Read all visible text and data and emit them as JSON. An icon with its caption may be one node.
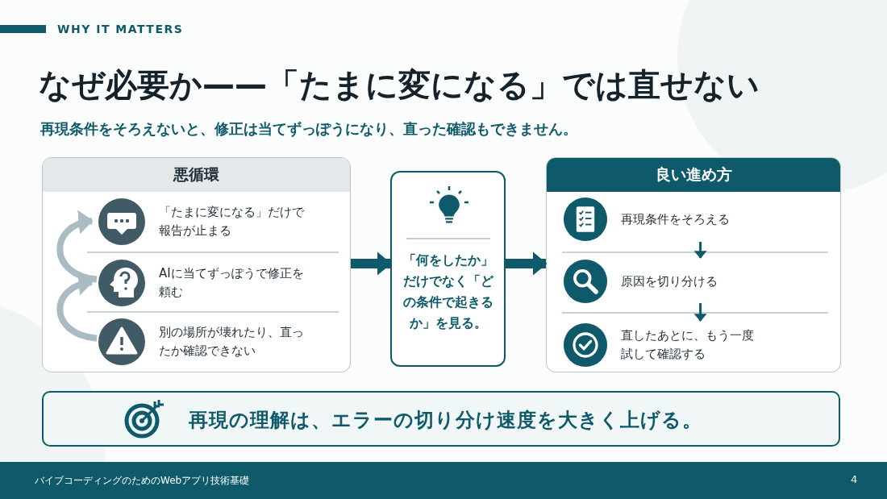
{
  "diagram": {
    "title": "なぜ必要か——「たまに変になる」では直せない",
    "nodes": [
      {
        "text": [
          "悪循環"
        ]
      },
      {
        "text": [
          "「たまに変になる」だけで報告が止まる"
        ],
        "in": 0
      },
      {
        "text": [
          "AIに当てずっぽうで修正を頼む"
        ],
        "in": 0
      },
      {
        "text": [
          "別の場所が壊れたり、直ったか確認できない"
        ],
        "in": 0
      },
      {
        "text": [
          "「何をしたか」だけでなく「どの条件で起きるか」を見る。"
        ]
      },
      {
        "text": [
          "良い進め方"
        ]
      },
      {
        "text": [
          "再現条件をそろえる"
        ],
        "in": 5
      },
      {
        "text": [
          "原因を切り分ける"
        ],
        "in": 5
      },
      {
        "text": [
          "直したあとに、もう一度試して確認する"
        ],
        "in": 5
      },
      {
        "text": [
          "再現の理解は、エラーの切り分け速度を大きく上げる。"
        ]
      }
    ],
    "edges": [
      {
        "from": 3,
        "to": 2,
        "arrow": "to",
        "color": "#a9bcc3"
      },
      {
        "from": 2,
        "to": 1,
        "arrow": "to",
        "color": "#a9bcc3"
      },
      {
        "from": 0,
        "to": 4,
        "arrow": "to"
      },
      {
        "from": 4,
        "to": 5,
        "arrow": "to"
      },
      {
        "from": 6,
        "to": 7,
        "arrow": "to"
      },
      {
        "from": 7,
        "to": 8,
        "arrow": "to"
      }
    ],
    "labels": [
      "WHY IT MATTERS",
      "再現条件をそろえないと、修正は当てずっぽうになり、直った確認もできません。",
      "バイブコーディングのためのWebアプリ技術基礎",
      "4"
    ]
  }
}
